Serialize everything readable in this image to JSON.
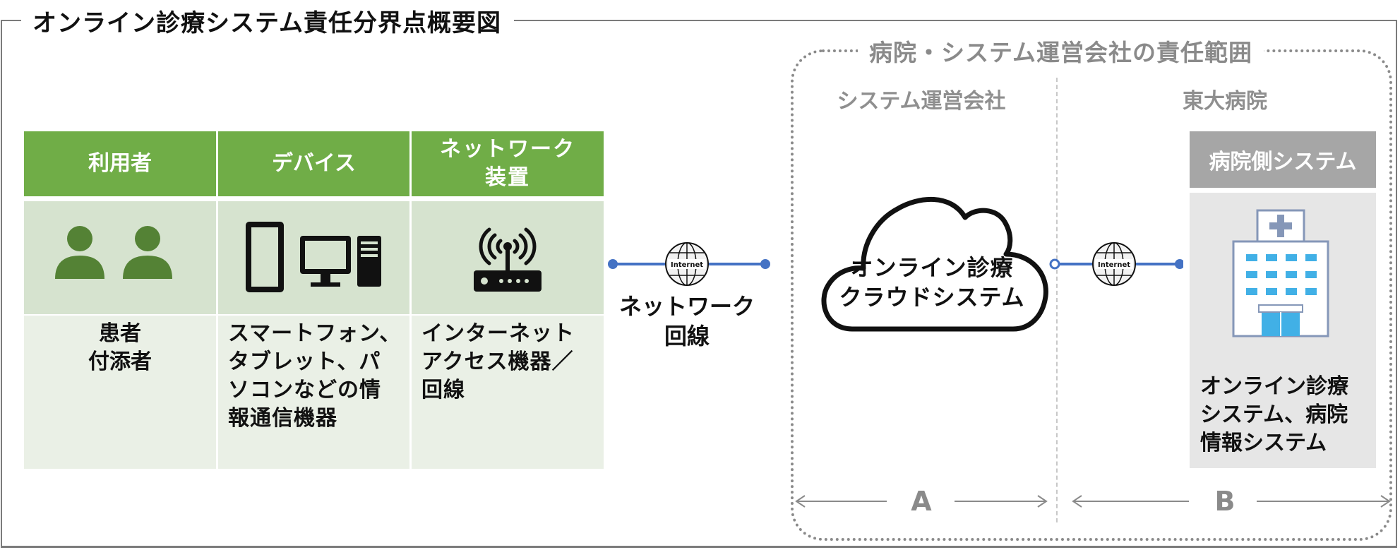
{
  "title": "オンライン診療システム責任分界点概要図",
  "table": {
    "headers": {
      "user": "利用者",
      "device": "デバイス",
      "network_line1": "ネットワーク",
      "network_line2": "装置"
    },
    "user_text": [
      "患者",
      "付添者"
    ],
    "device_text": [
      "スマートフォン、",
      "タブレット、パ",
      "ソコンなどの情",
      "報通信機器"
    ],
    "network_text": [
      "インターネット",
      "アクセス機器／",
      "回線"
    ]
  },
  "network_line_label": [
    "ネットワーク",
    "回線"
  ],
  "globe_label": "Internet",
  "responsibility": {
    "title": "病院・システム運営会社の責任範囲",
    "col_a_header": "システム運営会社",
    "col_b_header": "東大病院",
    "cloud_text": [
      "オンライン診療",
      "クラウドシステム"
    ],
    "hospital_system_header": "病院側システム",
    "hospital_system_text": [
      "オンライン診療",
      "システム、病院",
      "情報システム"
    ],
    "range_a": "A",
    "range_b": "B"
  },
  "colors": {
    "header_green": "#70ad47",
    "icon_cell_green": "#d6e3cf",
    "text_cell_green": "#eaf0e6",
    "person_icon": "#548235",
    "line_blue": "#4472c4",
    "gray_header": "#a6a6a6",
    "building_blue": "#41b0e6"
  },
  "icons": [
    "person-icon",
    "smartphone-icon",
    "desktop-computer-icon",
    "wifi-router-icon",
    "internet-globe-icon",
    "cloud-icon",
    "hospital-building-icon"
  ]
}
